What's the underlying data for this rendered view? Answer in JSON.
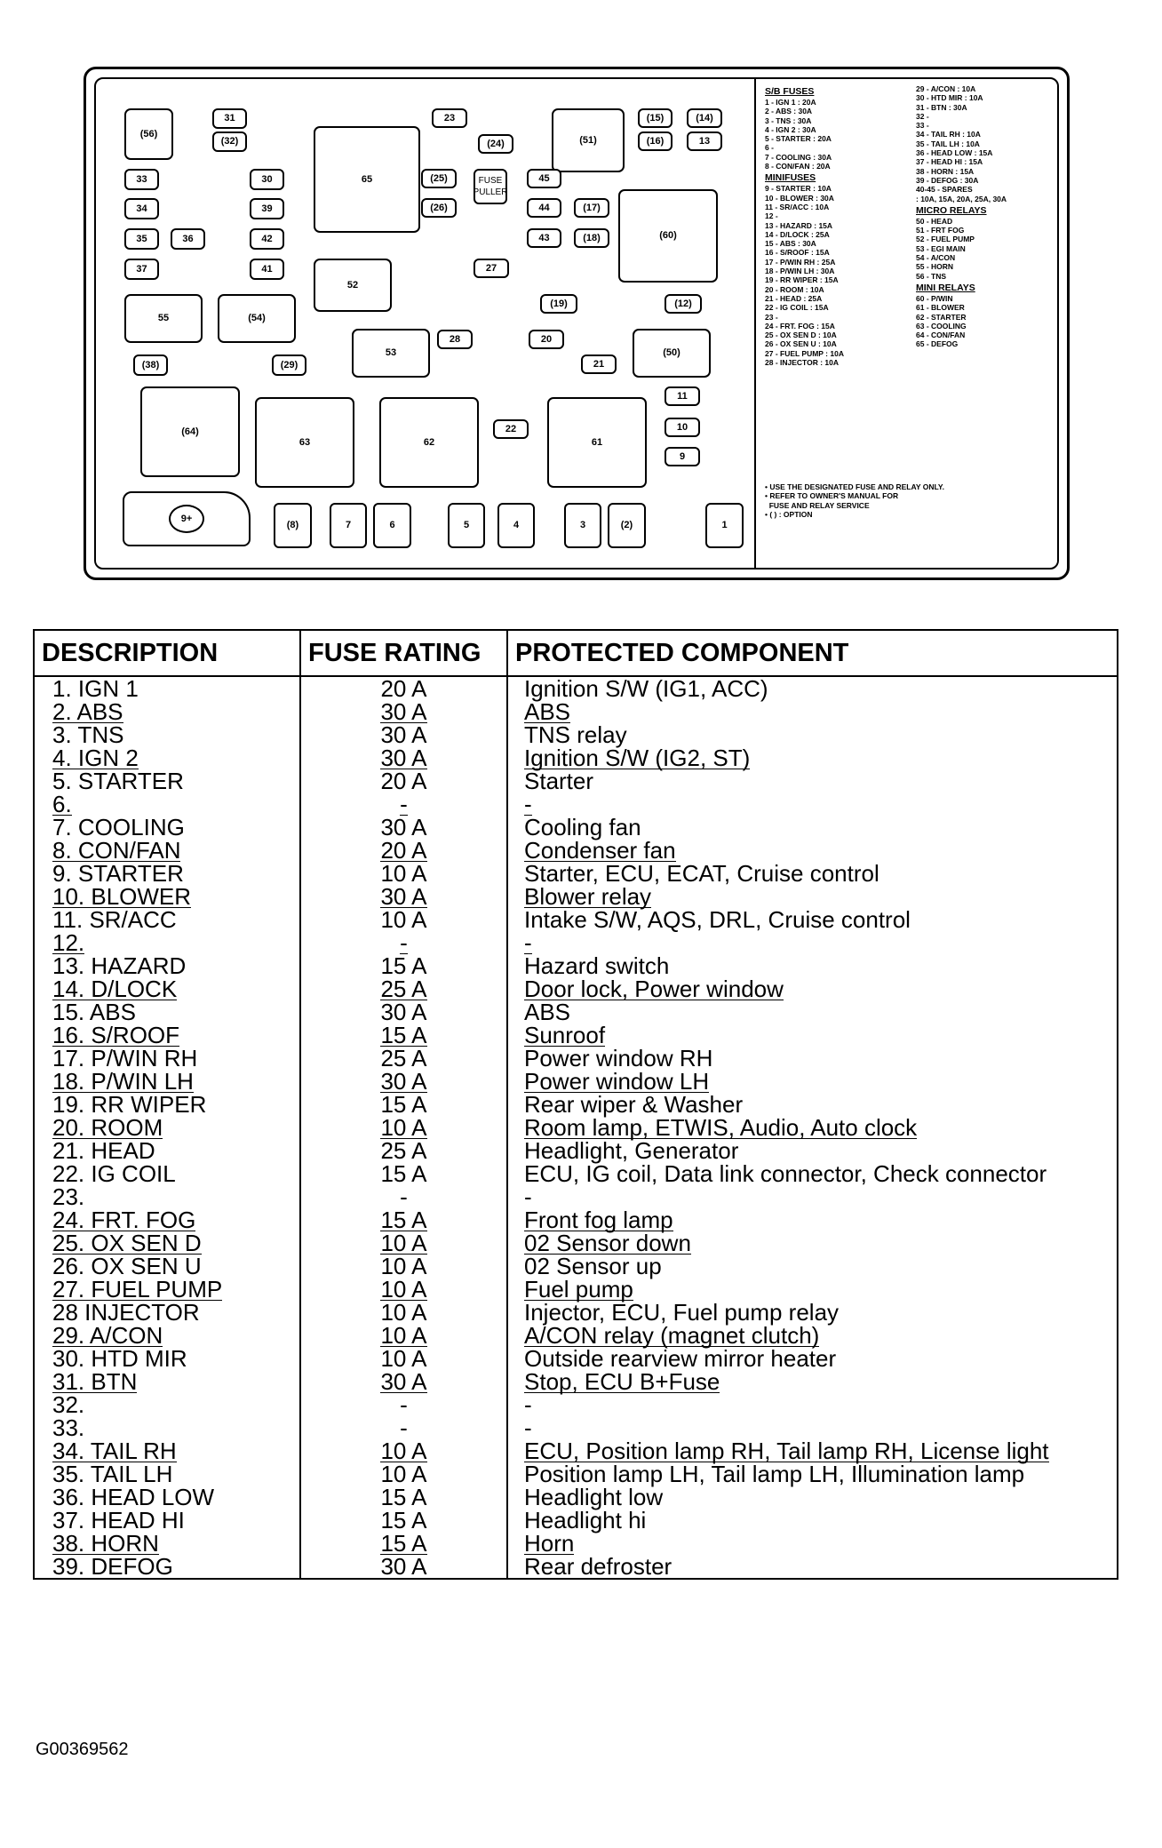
{
  "diagram": {
    "slots": [
      {
        "label": "(56)"
      },
      {
        "label": "31"
      },
      {
        "label": "(32)"
      },
      {
        "label": "23"
      },
      {
        "label": "65"
      },
      {
        "label": "(24)"
      },
      {
        "label": "(51)"
      },
      {
        "label": "(15)"
      },
      {
        "label": "(16)"
      },
      {
        "label": "(14)"
      },
      {
        "label": "13"
      },
      {
        "label": "33"
      },
      {
        "label": "30"
      },
      {
        "label": "(25)"
      },
      {
        "label": "FUSE PULLER"
      },
      {
        "label": "45"
      },
      {
        "label": "34"
      },
      {
        "label": "39"
      },
      {
        "label": "(26)"
      },
      {
        "label": "44"
      },
      {
        "label": "(17)"
      },
      {
        "label": "(60)"
      },
      {
        "label": "35"
      },
      {
        "label": "36"
      },
      {
        "label": "42"
      },
      {
        "label": "43"
      },
      {
        "label": "(18)"
      },
      {
        "label": "37"
      },
      {
        "label": "41"
      },
      {
        "label": "52"
      },
      {
        "label": "27"
      },
      {
        "label": "55"
      },
      {
        "label": "(54)"
      },
      {
        "label": "(19)"
      },
      {
        "label": "(12)"
      },
      {
        "label": "28"
      },
      {
        "label": "20"
      },
      {
        "label": "53"
      },
      {
        "label": "(50)"
      },
      {
        "label": "(38)"
      },
      {
        "label": "(29)"
      },
      {
        "label": "21"
      },
      {
        "label": "(64)"
      },
      {
        "label": "63"
      },
      {
        "label": "62"
      },
      {
        "label": "22"
      },
      {
        "label": "61"
      },
      {
        "label": "11"
      },
      {
        "label": "10"
      },
      {
        "label": "9"
      },
      {
        "label": "9+"
      },
      {
        "label": "(8)"
      },
      {
        "label": "7"
      },
      {
        "label": "6"
      },
      {
        "label": "5"
      },
      {
        "label": "4"
      },
      {
        "label": "3"
      },
      {
        "label": "(2)"
      },
      {
        "label": "1"
      }
    ],
    "legend": {
      "col1": [
        {
          "h": "S/B FUSES"
        },
        {
          "t": "1 - IGN 1 : 20A"
        },
        {
          "t": "2 - ABS : 30A"
        },
        {
          "t": "3 - TNS : 30A"
        },
        {
          "t": "4 - IGN 2 : 30A"
        },
        {
          "t": "5 - STARTER : 20A"
        },
        {
          "t": "6 -"
        },
        {
          "t": "7 - COOLING : 30A"
        },
        {
          "t": "8 - CON/FAN : 20A"
        },
        {
          "h": "MINIFUSES"
        },
        {
          "t": "9 - STARTER : 10A"
        },
        {
          "t": "10 - BLOWER : 30A"
        },
        {
          "t": "11 - SR/ACC : 10A"
        },
        {
          "t": "12 -"
        },
        {
          "t": "13 - HAZARD : 15A"
        },
        {
          "t": "14 - D/LOCK : 25A"
        },
        {
          "t": "15 - ABS : 30A"
        },
        {
          "t": "16 - S/ROOF : 15A"
        },
        {
          "t": "17 - P/WIN RH : 25A"
        },
        {
          "t": "18 - P/WIN LH : 30A"
        },
        {
          "t": "19 - RR WIPER : 15A"
        },
        {
          "t": "20 - ROOM : 10A"
        },
        {
          "t": "21 - HEAD : 25A"
        },
        {
          "t": "22 - IG COIL : 15A"
        },
        {
          "t": "23 -"
        },
        {
          "t": "24 - FRT. FOG : 15A"
        },
        {
          "t": "25 - OX SEN D : 10A"
        },
        {
          "t": "26 - OX SEN U : 10A"
        },
        {
          "t": "27 - FUEL PUMP : 10A"
        },
        {
          "t": "28 - INJECTOR : 10A"
        }
      ],
      "col2": [
        {
          "t": "29 - A/CON : 10A"
        },
        {
          "t": "30 - HTD MIR : 10A"
        },
        {
          "t": "31 - BTN : 30A"
        },
        {
          "t": "32 -"
        },
        {
          "t": "33 -"
        },
        {
          "t": "34 - TAIL RH : 10A"
        },
        {
          "t": "35 - TAIL LH : 10A"
        },
        {
          "t": "36 - HEAD LOW : 15A"
        },
        {
          "t": "37 - HEAD HI : 15A"
        },
        {
          "t": "38 - HORN : 15A"
        },
        {
          "t": "39 - DEFOG : 30A"
        },
        {
          "t": "40-45 - SPARES"
        },
        {
          "t": ": 10A, 15A, 20A, 25A, 30A"
        },
        {
          "h": "MICRO RELAYS"
        },
        {
          "t": "50 - HEAD"
        },
        {
          "t": "51 - FRT FOG"
        },
        {
          "t": "52 - FUEL PUMP"
        },
        {
          "t": "53 - EGI MAIN"
        },
        {
          "t": "54 - A/CON"
        },
        {
          "t": "55 - HORN"
        },
        {
          "t": "56 - TNS"
        },
        {
          "h": "MINI RELAYS"
        },
        {
          "t": "60 - P/WIN"
        },
        {
          "t": "61 - BLOWER"
        },
        {
          "t": "62 - STARTER"
        },
        {
          "t": "63 - COOLING"
        },
        {
          "t": "64 - CON/FAN"
        },
        {
          "t": "65 - DEFOG"
        }
      ],
      "notes": [
        "• USE THE DESIGNATED FUSE AND RELAY ONLY.",
        "• REFER TO OWNER'S MANUAL FOR",
        "  FUSE AND RELAY SERVICE",
        "• ( ) : OPTION"
      ]
    }
  },
  "table": {
    "headers": [
      "DESCRIPTION",
      "FUSE RATING",
      "PROTECTED COMPONENT"
    ],
    "rows": [
      [
        "1. IGN 1",
        "20 A",
        "Ignition S/W (IG1, ACC)"
      ],
      [
        "2. ABS",
        "30 A",
        "ABS"
      ],
      [
        "3. TNS",
        "30 A",
        "TNS relay"
      ],
      [
        "4. IGN 2",
        "30 A",
        "Ignition S/W (IG2, ST)"
      ],
      [
        "5. STARTER",
        "20 A",
        "Starter"
      ],
      [
        "6.",
        "-",
        "-"
      ],
      [
        "7. COOLING",
        "30 A",
        "Cooling fan"
      ],
      [
        "8. CON/FAN",
        "20 A",
        "Condenser fan"
      ],
      [
        "9. STARTER",
        "10 A",
        "Starter, ECU, ECAT, Cruise control"
      ],
      [
        "10. BLOWER",
        "30 A",
        "Blower relay"
      ],
      [
        "11. SR/ACC",
        "10 A",
        "Intake S/W, AQS, DRL, Cruise control"
      ],
      [
        "12.",
        "-",
        "-"
      ],
      [
        "13. HAZARD",
        "15 A",
        "Hazard switch"
      ],
      [
        "14. D/LOCK",
        "25 A",
        "Door lock, Power window"
      ],
      [
        "15. ABS",
        "30 A",
        "ABS"
      ],
      [
        "16. S/ROOF",
        "15 A",
        "Sunroof"
      ],
      [
        "17. P/WIN RH",
        "25 A",
        "Power window RH"
      ],
      [
        "18. P/WIN LH",
        "30 A",
        "Power window LH"
      ],
      [
        "19. RR WIPER",
        "15 A",
        "Rear wiper & Washer"
      ],
      [
        "20. ROOM",
        "10 A",
        "Room lamp, ETWIS, Audio, Auto clock"
      ],
      [
        "21. HEAD",
        "25 A",
        "Headlight, Generator"
      ],
      [
        "22. IG COIL",
        "15 A",
        "ECU, IG coil, Data link connector, Check connector"
      ],
      [
        "23.",
        "-",
        "-"
      ],
      [
        "24. FRT. FOG",
        "15 A",
        "Front fog lamp"
      ],
      [
        "25. OX SEN D",
        "10 A",
        "02 Sensor down"
      ],
      [
        "26. OX SEN U",
        "10 A",
        "02 Sensor up"
      ],
      [
        "27. FUEL PUMP",
        "10 A",
        "Fuel pump"
      ],
      [
        "28 INJECTOR",
        "10 A",
        "Injector, ECU, Fuel pump relay"
      ],
      [
        "29. A/CON",
        "10 A",
        "A/CON relay (magnet clutch)"
      ],
      [
        "30. HTD MIR",
        "10 A",
        "Outside rearview mirror heater"
      ],
      [
        "31. BTN",
        "30 A",
        "Stop, ECU B+Fuse"
      ],
      [
        "32.",
        "-",
        "-"
      ],
      [
        "33.",
        "-",
        "-"
      ],
      [
        "34. TAIL RH",
        "10 A",
        "ECU, Position lamp RH, Tail lamp RH, License light"
      ],
      [
        "35. TAIL LH",
        "10 A",
        "Position lamp LH, Tail lamp LH, Illumination lamp"
      ],
      [
        "36. HEAD LOW",
        "15 A",
        "Headlight low"
      ],
      [
        "37. HEAD HI",
        "15 A",
        "Headlight hi"
      ],
      [
        "38. HORN",
        "15 A",
        "Horn"
      ],
      [
        "39. DEFOG",
        "30 A",
        "Rear defroster"
      ]
    ],
    "underlined_rows": [
      2,
      4,
      6,
      8,
      10,
      12,
      14,
      16,
      18,
      20,
      24,
      25,
      27,
      29,
      31,
      34,
      38
    ]
  },
  "figure_id": "G00369562"
}
